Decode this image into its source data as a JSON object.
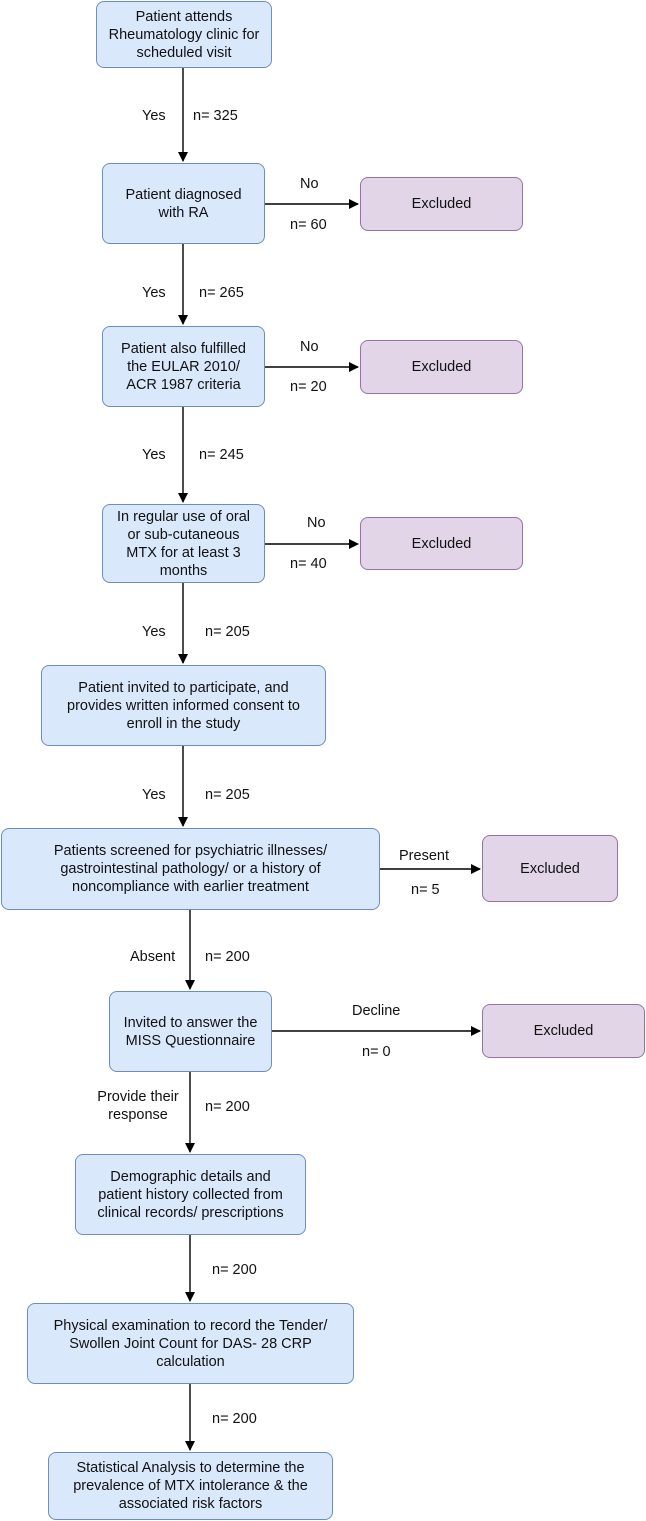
{
  "boxes": {
    "b1": "Patient attends\nRheumatology clinic for\nscheduled visit",
    "b2": "Patient diagnosed\nwith RA",
    "b3": "Patient also fulfilled\nthe EULAR 2010/\nACR 1987 criteria",
    "b4": "In regular use of oral\nor sub-cutaneous\nMTX for at least 3\nmonths",
    "b5": "Patient invited to participate, and\nprovides written informed consent to\nenroll in the study",
    "b6": "Patients screened for psychiatric illnesses/\ngastrointestinal pathology/ or a history of\nnoncompliance with earlier treatment",
    "b7": "Invited to answer the\nMISS Questionnaire",
    "b8": "Demographic details and\npatient history collected from\nclinical records/ prescriptions",
    "b9": "Physical examination  to record the Tender/\nSwollen Joint Count for DAS- 28 CRP\ncalculation",
    "b10": "Statistical Analysis to determine the\nprevalence of MTX intolerance & the\nassociated risk factors"
  },
  "excluded": {
    "e1": "Excluded",
    "e2": "Excluded",
    "e3": "Excluded",
    "e4": "Excluded",
    "e5": "Excluded"
  },
  "labels": {
    "yes1": "Yes",
    "n1": "n= 325",
    "no2": "No",
    "nx2": "n= 60",
    "yes2": "Yes",
    "n2": "n= 265",
    "no3": "No",
    "nx3": "n= 20",
    "yes3": "Yes",
    "n3": "n= 245",
    "no4": "No",
    "nx4": "n= 40",
    "yes4": "Yes",
    "n4": "n= 205",
    "yes5": "Yes",
    "n5": "n= 205",
    "present": "Present",
    "nx6": "n= 5",
    "absent": "Absent",
    "n6": "n= 200",
    "decline": "Decline",
    "nx7": "n= 0",
    "provide": "Provide their\nresponse",
    "n7": "n= 200",
    "n8": "n= 200",
    "n9": "n= 200"
  }
}
